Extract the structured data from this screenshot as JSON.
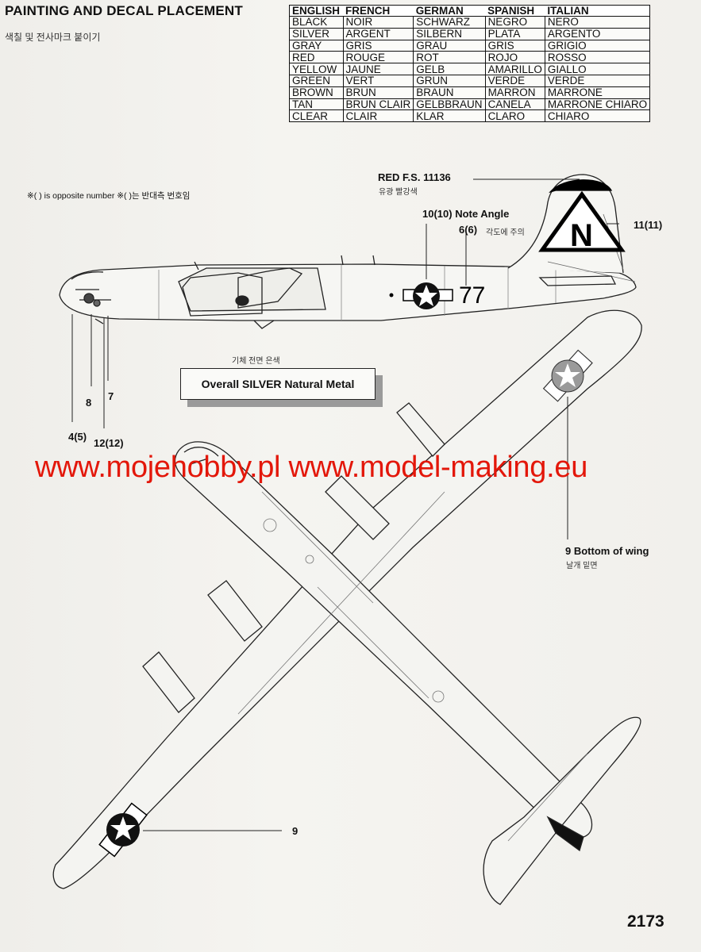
{
  "header": {
    "title": "PAINTING AND DECAL PLACEMENT",
    "subtitle": "색칠 및 전사마크 붙이기"
  },
  "color_table": {
    "columns": [
      "ENGLISH",
      "FRENCH",
      "GERMAN",
      "SPANISH",
      "ITALIAN"
    ],
    "rows": [
      [
        "BLACK",
        "NOIR",
        "SCHWARZ",
        "NEGRO",
        "NERO"
      ],
      [
        "SILVER",
        "ARGENT",
        "SILBERN",
        "PLATA",
        "ARGENTO"
      ],
      [
        "GRAY",
        "GRIS",
        "GRAU",
        "GRIS",
        "GRIGIO"
      ],
      [
        "RED",
        "ROUGE",
        "ROT",
        "ROJO",
        "ROSSO"
      ],
      [
        "YELLOW",
        "JAUNE",
        "GELB",
        "AMARILLO",
        "GIALLO"
      ],
      [
        "GREEN",
        "VERT",
        "GRUN",
        "VERDE",
        "VERDE"
      ],
      [
        "BROWN",
        "BRUN",
        "BRAUN",
        "MARRON",
        "MARRONE"
      ],
      [
        "TAN",
        "BRUN CLAIR",
        "GELBBRAUN",
        "CANELA",
        "MARRONE CHIARO"
      ],
      [
        "CLEAR",
        "CLAIR",
        "KLAR",
        "CLARO",
        "CHIARO"
      ]
    ]
  },
  "note": {
    "text": "※( ) is opposite number   ※( )는 반대측 번호임"
  },
  "callouts": {
    "red_fs": "RED  F.S. 11136",
    "red_fs_ko": "유광 빨강색",
    "note_angle": "10(10) Note Angle",
    "c66": "6(6)",
    "c66_ko": "각도에 주의",
    "c1111": "11(11)",
    "c7": "7",
    "c8": "8",
    "c45": "4(5)",
    "c1212": "12(12)",
    "bottom_wing": "9 Bottom of wing",
    "bottom_wing_ko": "날개 밑면",
    "c9": "9"
  },
  "overall": {
    "ko": "기체 전면 은색",
    "label": "Overall SILVER Natural Metal"
  },
  "aircraft_marks": {
    "tail_letter": "N",
    "fuselage_number": "77"
  },
  "watermark": "www.mojehobby.pl www.model-making.eu",
  "page_number": "2173",
  "colors": {
    "watermark": "#e3170a",
    "ink": "#111111",
    "tail_band": "#000000"
  }
}
